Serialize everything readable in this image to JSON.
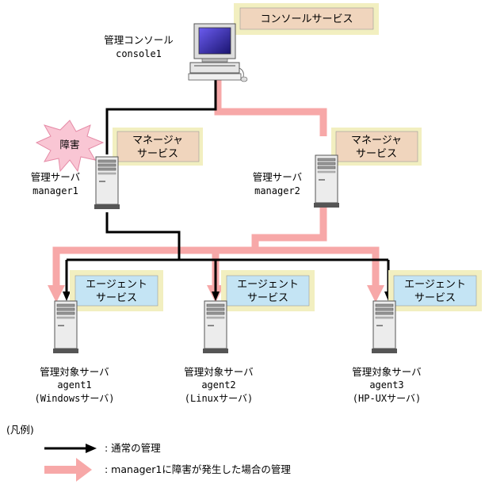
{
  "console": {
    "service_label": "コンソールサービス",
    "name": "管理コンソール",
    "host": "console1"
  },
  "managers": [
    {
      "service_line1": "マネージャ",
      "service_line2": "サービス",
      "name": "管理サーバ",
      "host": "manager1",
      "failure_label": "障害"
    },
    {
      "service_line1": "マネージャ",
      "service_line2": "サービス",
      "name": "管理サーバ",
      "host": "manager2"
    }
  ],
  "agents": [
    {
      "service_line1": "エージェント",
      "service_line2": "サービス",
      "name": "管理対象サーバ",
      "host": "agent1",
      "os": "(Windowsサーバ)"
    },
    {
      "service_line1": "エージェント",
      "service_line2": "サービス",
      "name": "管理対象サーバ",
      "host": "agent2",
      "os": "(Linuxサーバ)"
    },
    {
      "service_line1": "エージェント",
      "service_line2": "サービス",
      "name": "管理対象サーバ",
      "host": "agent3",
      "os": "(HP-UXサーバ)"
    }
  ],
  "legend": {
    "title": "(凡例)",
    "normal": ": 通常の管理",
    "failover": ": manager1に障害が発生した場合の管理"
  },
  "colors": {
    "service_outer": "#f2efc0",
    "manager_service_fill": "#f0d5bd",
    "agent_service_fill": "#c4e4f4",
    "failover_arrow": "#f7a8a8",
    "failure_burst": "#f9c6d4",
    "normal_arrow": "#000000"
  }
}
